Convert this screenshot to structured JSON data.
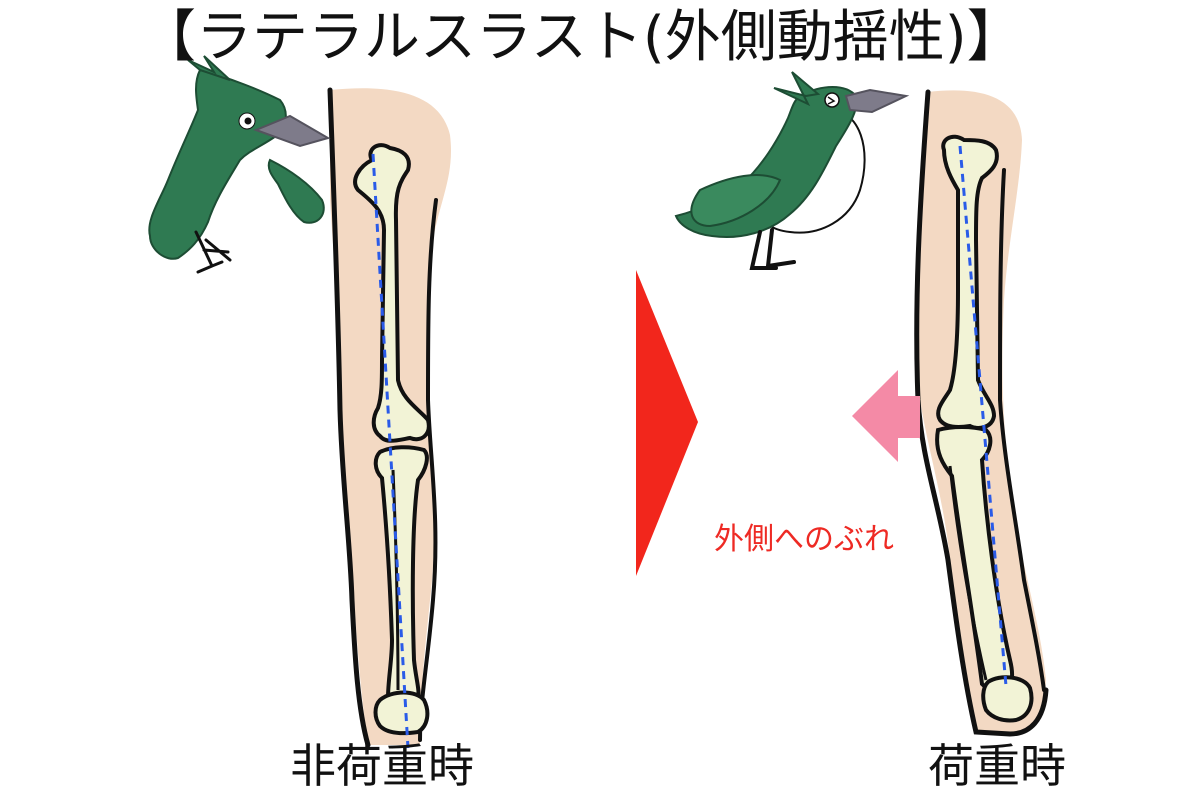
{
  "title": "【ラテラルスラスト(外側動揺性)】",
  "left_caption": "非荷重時",
  "right_caption": "荷重時",
  "annotation": "外側へのぶれ",
  "colors": {
    "skin": "#f3d9c3",
    "bone": "#f2f3d6",
    "axis_line": "#2a5be8",
    "transition_arrow": "#f2261c",
    "shift_arrow": "#f48aa6",
    "bird_body": "#2f7a52",
    "bird_beak": "#7e7b8a",
    "annotation_text": "#ee2a24"
  },
  "icons": {
    "transition": "right-triangle-arrow",
    "shift": "left-block-arrow"
  }
}
